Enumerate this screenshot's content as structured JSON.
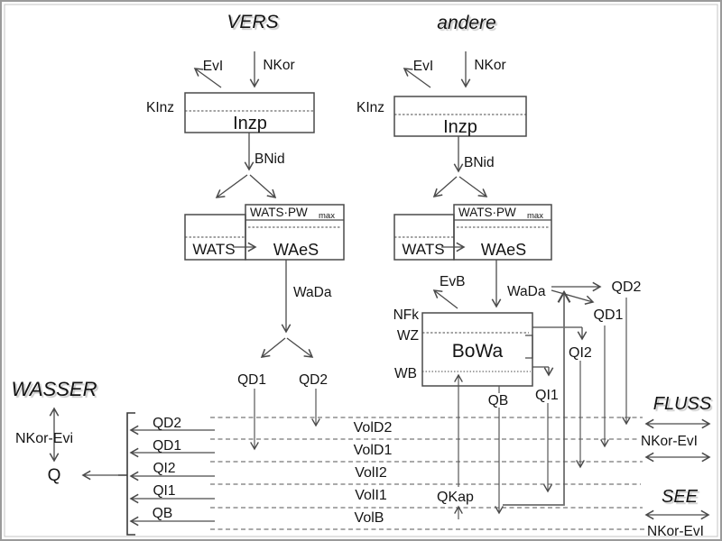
{
  "titles": {
    "vers": "VERS",
    "andere": "andere",
    "wasser": "WASSER",
    "fluss": "FLUSS",
    "see": "SEE"
  },
  "left": {
    "evi": "EvI",
    "nkor": "NKor",
    "kinz": "KInz",
    "inzp": "Inzp",
    "bnid": "BNid",
    "wats": "WATS",
    "waes": "WAeS",
    "watspw": "WATS·PW",
    "watspw_sub": "max",
    "wada": "WaDa",
    "qd1": "QD1",
    "qd2": "QD2"
  },
  "right": {
    "evi": "EvI",
    "nkor": "NKor",
    "kinz": "KInz",
    "inzp": "Inzp",
    "bnid": "BNid",
    "wats": "WATS",
    "waes": "WAeS",
    "watspw": "WATS·PW",
    "watspw_sub": "max",
    "wada": "WaDa",
    "evb": "EvB",
    "nfk": "NFk",
    "wz": "WZ",
    "wb": "WB",
    "bowa": "BoWa",
    "qd2": "QD2",
    "qd1": "QD1",
    "qi2": "QI2",
    "qi1": "QI1",
    "qb": "QB",
    "qkap": "QKap"
  },
  "channels": {
    "vol_labels": [
      "VolD2",
      "VolD1",
      "VolI2",
      "VolI1",
      "VolB"
    ],
    "q_labels": [
      "QD2",
      "QD1",
      "QI2",
      "QI1",
      "QB"
    ]
  },
  "wasser": {
    "nkor_evi": "NKor-Evi",
    "q": "Q"
  },
  "fluss": {
    "nkor_evi": "NKor-EvI"
  },
  "see": {
    "nkor_evi": "NKor-EvI"
  },
  "colors": {
    "line": "#4a4a4a",
    "gray_line": "#6e6e6e",
    "text": "#141414",
    "frame": "#9a9a9a"
  }
}
